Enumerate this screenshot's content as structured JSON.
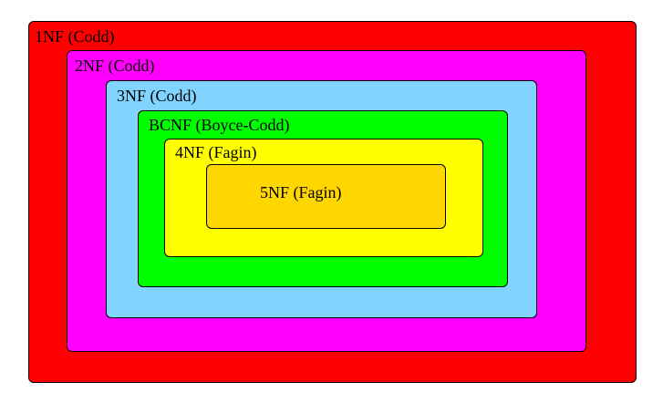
{
  "diagram": {
    "levels": [
      {
        "label": "1NF (Codd)",
        "color": "#ff0000"
      },
      {
        "label": "2NF (Codd)",
        "color": "#ff00ff"
      },
      {
        "label": "3NF (Codd)",
        "color": "#80d4ff"
      },
      {
        "label": "BCNF (Boyce-Codd)",
        "color": "#00ff00"
      },
      {
        "label": "4NF (Fagin)",
        "color": "#ffff00"
      },
      {
        "label": "5NF (Fagin)",
        "color": "#ffd700"
      }
    ]
  }
}
